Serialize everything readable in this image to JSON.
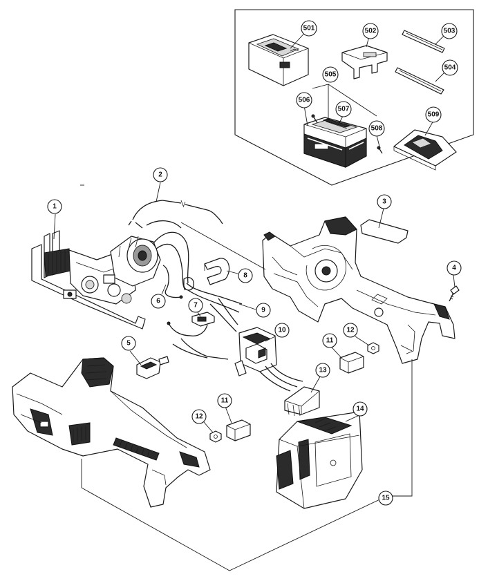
{
  "callouts": {
    "c1": "1",
    "c2": "2",
    "c3": "3",
    "c4": "4",
    "c5": "5",
    "c6": "6",
    "c7": "7",
    "c8": "8",
    "c9": "9",
    "c10": "10",
    "c11a": "11",
    "c11b": "11",
    "c12a": "12",
    "c12b": "12",
    "c13": "13",
    "c14": "14",
    "c15": "15",
    "c501": "501",
    "c502": "502",
    "c503": "503",
    "c504": "504",
    "c505": "505",
    "c506": "506",
    "c507": "507",
    "c508": "508",
    "c509": "509"
  },
  "parts": {
    "motor_assembly": "part 1",
    "wire_harness": "part 2",
    "label_plate": "part 3",
    "screw": "part 4",
    "switch_lever": "part 5",
    "lead_wire": "part 6",
    "holder": "part 7",
    "clip": "part 8",
    "internal_wire": "part 9",
    "switch": "part 10",
    "spacer": "part 11",
    "nut": "part 12",
    "terminal": "part 13",
    "battery": "part 14",
    "housing_set": "part 15",
    "charger": "part 501",
    "bracket": "part 502",
    "blade_a": "part 503",
    "blade_b": "part 504",
    "case_set": "part 505",
    "case": "part 506",
    "case_insert": "part 507",
    "case_screw": "part 508",
    "case_tray": "part 509"
  },
  "colors": {
    "line": "#1a1a1a",
    "background": "#ffffff",
    "dark_fill": "#2b2b2b"
  }
}
